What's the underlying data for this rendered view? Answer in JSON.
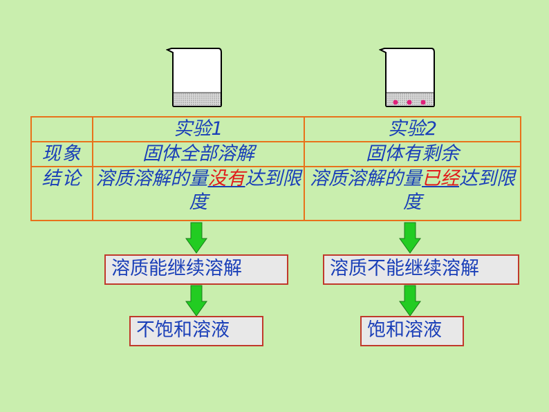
{
  "table": {
    "header": {
      "exp1": "实验1",
      "exp2": "实验2"
    },
    "phenomenon": {
      "label": "现象",
      "exp1": "固体全部溶解",
      "exp2": "固体有剩余"
    },
    "conclusion": {
      "label": "结论",
      "exp1": {
        "prefix": "溶质溶解的量",
        "blank": "没有",
        "suffix": "达到限度"
      },
      "exp2": {
        "prefix": "溶质溶解的量",
        "blank": "已经",
        "suffix": "达到限度"
      }
    }
  },
  "flow": {
    "left": {
      "step1": "溶质能继续溶解",
      "step2": "不饱和溶液"
    },
    "right": {
      "step1": "溶质不能继续溶解",
      "step2": "饱和溶液"
    }
  },
  "colors": {
    "background": "#c9eeae",
    "table_border": "#e8711a",
    "text": "#1a3fb8",
    "blank_text": "#e11a1a",
    "arrow": "#22cc22",
    "box_border": "#c0392b"
  }
}
